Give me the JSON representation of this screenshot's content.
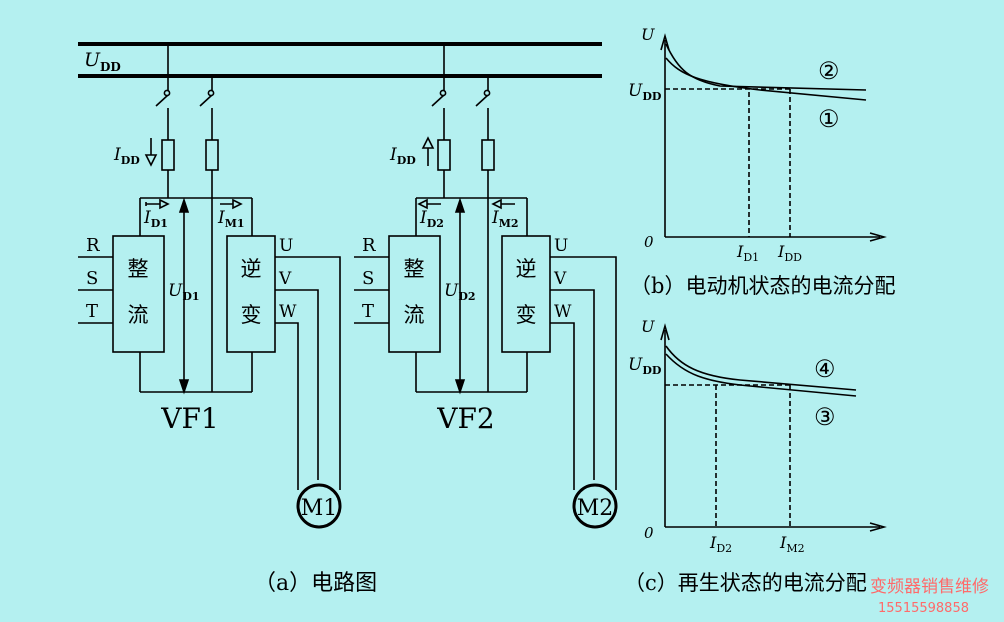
{
  "circuit": {
    "bus_label": "U",
    "bus_label_sub": "DD",
    "supply_current_label": "I",
    "supply_current_sub": "DD",
    "phase_inputs": [
      "R",
      "S",
      "T"
    ],
    "phase_outputs": [
      "U",
      "V",
      "W"
    ],
    "rectifier_label": [
      "整",
      "流"
    ],
    "inverter_label": [
      "逆",
      "变"
    ],
    "units": [
      {
        "name": "VF1",
        "dc_current_label": "I",
        "dc_current_sub": "D1",
        "motor_current_label": "I",
        "motor_current_sub": "M1",
        "dc_voltage_label": "U",
        "dc_voltage_sub": "D1",
        "motor": "M1"
      },
      {
        "name": "VF2",
        "dc_current_label": "I",
        "dc_current_sub": "D2",
        "motor_current_label": "I",
        "motor_current_sub": "M2",
        "dc_voltage_label": "U",
        "dc_voltage_sub": "D2",
        "motor": "M2"
      }
    ],
    "caption": "（a）电路图"
  },
  "graph_b": {
    "y_axis": "U",
    "y_mark": "U",
    "y_mark_sub": "DD",
    "origin": "0",
    "x_ticks": [
      {
        "label": "I",
        "sub": "D1"
      },
      {
        "label": "I",
        "sub": "DD"
      }
    ],
    "curves": [
      "②",
      "①"
    ],
    "caption": "（b）电动机状态的电流分配"
  },
  "graph_c": {
    "y_axis": "U",
    "y_mark": "U",
    "y_mark_sub": "DD",
    "origin": "0",
    "x_ticks": [
      {
        "label": "I",
        "sub": "D2"
      },
      {
        "label": "I",
        "sub": "M2"
      }
    ],
    "curves": [
      "④",
      "③"
    ],
    "caption": "（c）再生状态的电流分配"
  },
  "watermark": {
    "line1": "变频器销售维修",
    "line2": "15515598858",
    "color": "#ff6a6a"
  }
}
